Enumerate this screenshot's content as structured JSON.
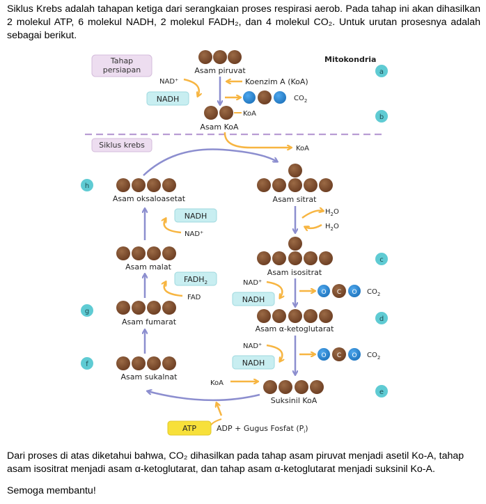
{
  "intro_text": "Siklus Krebs adalah tahapan ketiga dari serangkaian proses respirasi aerob. Pada tahap ini akan dihasilkan 2 molekul ATP, 6 molekul NADH, 2 molekul FADH₂, dan 4 molekul CO₂. Untuk urutan prosesnya adalah sebagai berikut.",
  "diagram": {
    "region_title": "Mitokondria",
    "box_tahap_persiapan": [
      "Tahap",
      "persiapan"
    ],
    "box_siklus_krebs": "Siklus krebs",
    "asam_piruvat": "Asam piruvat",
    "koenzim_a": "Koenzim A (KoA)",
    "asam_koa": "Asam KoA",
    "koa": "KoA",
    "nad_plus": "NAD⁺",
    "nadh": "NADH",
    "fadh2": "FADH",
    "fadh2_sub": "2",
    "fad": "FAD",
    "co2": "CO",
    "co2_sub": "2",
    "h2o": "H",
    "h2o_tail": "O",
    "h2o_sub": "2",
    "asam_oksaloasetat": "Asam oksaloasetat",
    "asam_sitrat": "Asam sitrat",
    "asam_malat": "Asam malat",
    "asam_isositrat": "Asam isositrat",
    "asam_fumarat": "Asam fumarat",
    "asam_ketoglutarat": "Asam α-ketoglutarat",
    "asam_sukalnat": "Asam sukalnat",
    "suksinil_koa": "Suksinil KoA",
    "atp": "ATP",
    "adp_gugus_fosfat": "ADP + Gugus Fosfat (P",
    "fosfat_sub": "i",
    "fosfat_close": ")",
    "atom_c": "C",
    "atom_o": "O",
    "step_labels": {
      "a": "a",
      "b": "b",
      "c": "c",
      "d": "d",
      "e": "e",
      "f": "f",
      "g": "g",
      "h": "h"
    }
  },
  "outro_text": "Dari proses di atas diketahui bahwa, CO₂ dihasilkan pada tahap asam piruvat menjadi asetil Ko-A, tahap asam isositrat menjadi asam α-ketoglutarat, dan tahap asam α-ketoglutarat menjadi suksinil Ko-A.",
  "closing_text": "Semoga membantu!",
  "colors": {
    "molecule_brown": "#7B4A2B",
    "co2_blue": "#2D8DD8",
    "arrow_purple": "#8C8ECF",
    "arrow_orange": "#F7B541",
    "box_cyan": "#C8EEF1",
    "box_pink": "#EDDDF0",
    "label_circle": "#5FCBD3",
    "atp_yellow": "#F7E03A"
  }
}
